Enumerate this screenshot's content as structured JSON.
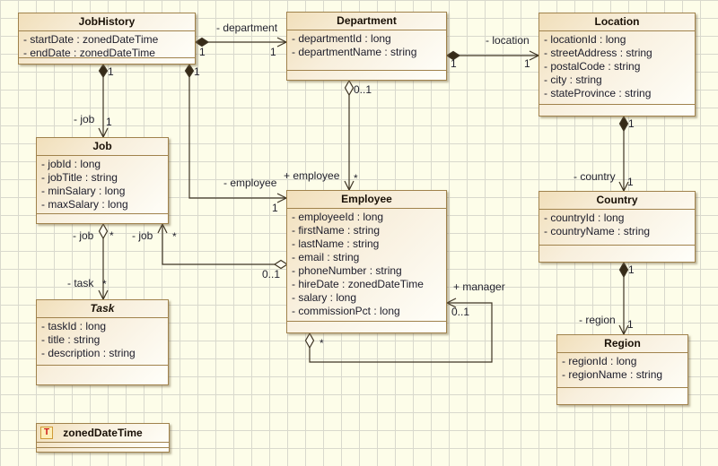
{
  "diagram": {
    "classes": {
      "jobHistory": {
        "title": "JobHistory",
        "attributes": [
          "- startDate : zonedDateTime",
          "- endDate : zonedDateTime"
        ]
      },
      "department": {
        "title": "Department",
        "attributes": [
          "- departmentId : long",
          "- departmentName : string"
        ]
      },
      "location": {
        "title": "Location",
        "attributes": [
          "- locationId : long",
          "- streetAddress : string",
          "- postalCode : string",
          "- city : string",
          "- stateProvince : string"
        ]
      },
      "job": {
        "title": "Job",
        "attributes": [
          "- jobId : long",
          "- jobTitle : string",
          "- minSalary : long",
          "- maxSalary : long"
        ]
      },
      "employee": {
        "title": "Employee",
        "attributes": [
          "- employeeId : long",
          "- firstName : string",
          "- lastName : string",
          "- email : string",
          "- phoneNumber : string",
          "- hireDate : zonedDateTime",
          "- salary : long",
          "- commissionPct : long"
        ]
      },
      "country": {
        "title": "Country",
        "attributes": [
          "- countryId : long",
          "- countryName : string"
        ]
      },
      "task": {
        "title": "Task",
        "attributes": [
          "- taskId : long",
          "- title : string",
          "- description : string"
        ]
      },
      "region": {
        "title": "Region",
        "attributes": [
          "- regionId : long",
          "- regionName : string"
        ]
      },
      "zonedDateTime": {
        "title": "zonedDateTime",
        "icon_letter": "T"
      }
    },
    "relations": {
      "jobhistory_department": {
        "role": "- department",
        "source_mult": "1",
        "target_mult": "1"
      },
      "jobhistory_job": {
        "role": "- job",
        "source_mult": "1",
        "target_mult": "1"
      },
      "jobhistory_employee": {
        "role": "- employee",
        "source_mult": "1",
        "target_mult": "1"
      },
      "department_location": {
        "role": "- location",
        "source_mult": "1",
        "target_mult": "1"
      },
      "department_employee": {
        "role": "+ employee",
        "source_mult": "0..1",
        "target_mult": "*"
      },
      "location_country": {
        "role": "- country",
        "source_mult": "1",
        "target_mult": "1"
      },
      "country_region": {
        "role": "- region",
        "source_mult": "1",
        "target_mult": "1"
      },
      "employee_job": {
        "role": "- job",
        "source_mult": "0..1",
        "target_mult": "*"
      },
      "job_task": {
        "source_role": "- job",
        "source_mult": "*",
        "target_role": "- task",
        "target_mult": "*"
      },
      "employee_manager": {
        "role": "+ manager",
        "source_mult": "*",
        "target_mult": "0..1"
      }
    },
    "colors": {
      "canvas_bg": "#fdfde9",
      "grid_line": "#d9d9cd",
      "box_fill_top": "#f1dfba",
      "box_fill_bottom": "#fffffa",
      "box_border": "#a0824c",
      "line": "#3e3424",
      "attr_text": "#1c1c2a",
      "icon_letter_color": "#cc1010"
    }
  }
}
